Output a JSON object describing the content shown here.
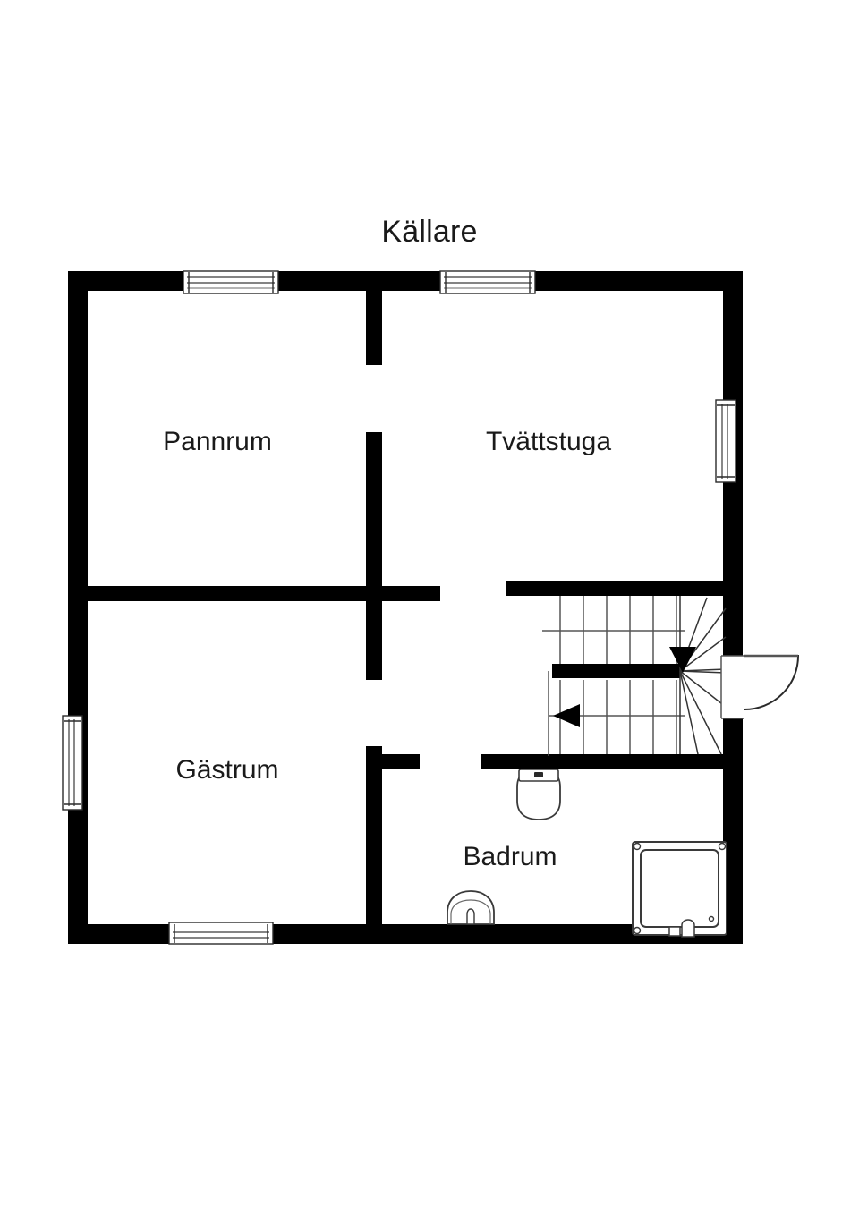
{
  "plan": {
    "title": "Källare",
    "rooms": [
      {
        "id": "pannrum",
        "label": "Pannrum"
      },
      {
        "id": "tvattstuga",
        "label": "Tvättstuga"
      },
      {
        "id": "gastrum",
        "label": "Gästrum"
      },
      {
        "id": "badrum",
        "label": "Badrum"
      }
    ],
    "colors": {
      "wall": "#000000",
      "background": "#ffffff",
      "text": "#1a1a1a",
      "fixture_outline": "#3a3a3a",
      "stair_line": "#555555"
    },
    "features": {
      "windows": [
        {
          "name": "window-top-left",
          "wall": "top",
          "orientation": "horizontal"
        },
        {
          "name": "window-top-right",
          "wall": "top",
          "orientation": "horizontal"
        },
        {
          "name": "window-right",
          "wall": "right",
          "orientation": "vertical"
        },
        {
          "name": "window-left",
          "wall": "left",
          "orientation": "vertical"
        },
        {
          "name": "window-bottom-left",
          "wall": "bottom",
          "orientation": "horizontal"
        }
      ],
      "doors": [
        {
          "name": "door-exterior-right",
          "swing": "outward-right"
        }
      ],
      "stairs": [
        {
          "name": "staircase-winder",
          "direction_arrows": 2,
          "type": "switchback-winder"
        }
      ],
      "fixtures": [
        {
          "name": "toilet",
          "room": "badrum"
        },
        {
          "name": "washbasin",
          "room": "badrum"
        },
        {
          "name": "shower",
          "room": "badrum"
        }
      ]
    }
  }
}
